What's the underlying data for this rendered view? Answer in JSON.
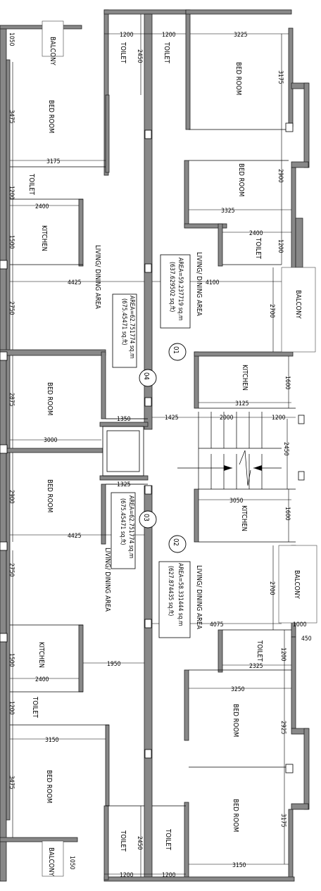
{
  "rooms": {
    "balcony_tl": "BALCONY",
    "toilet_tc1": "TOILET",
    "toilet_tc2": "TOILET",
    "bed_tr1": "BED ROOM",
    "bed_tl": "BED ROOM",
    "bed_tr2": "BED ROOM",
    "toilet_l1": "TOILET",
    "toilet_r1": "TOILET",
    "kitchen_l1": "KITCHEN",
    "living_01": "LIVING/ DINING AREA",
    "living_04": "LIVING/ DINING AREA",
    "balcony_r1": "BALCONY",
    "kitchen_r1": "KITCHEN",
    "bed_l2": "BED ROOM",
    "bed_l3": "BED ROOM",
    "kitchen_r2": "KITCHEN",
    "living_03": "LIVING/ DINING AREA",
    "living_02": "LIVING/ DINING AREA",
    "balcony_r2": "BALCONY",
    "kitchen_l2": "KITCHEN",
    "toilet_r2": "TOILET",
    "toilet_l2": "TOILET",
    "bed_r3": "BED ROOM",
    "bed_l4": "BED ROOM",
    "bed_r4": "BED ROOM",
    "toilet_bc1": "TOILET",
    "toilet_bc2": "TOILET",
    "balcony_bl": "BALCONY"
  },
  "areas": {
    "unit_01": [
      "AREA=59.237719 sq.m",
      "(637.629502 sq.ft)"
    ],
    "unit_04": [
      "AREA=62.751774 sq.m",
      "(675.45471 sq.ft)"
    ],
    "unit_03": [
      "AREA=62.751774 sq.m",
      "(675.45471 sq.ft)"
    ],
    "unit_02": [
      "AREA=58.331444 sq.m",
      "(627.874435 sq.ft)"
    ]
  },
  "unit_numbers": {
    "u01": "01",
    "u04": "04",
    "u03": "03",
    "u02": "02"
  },
  "dimensions": {
    "d1050a": "1050",
    "d1200a": "1200",
    "d1200b": "1200",
    "d2450a": "2450",
    "d3225": "3225",
    "d3175a": "3175",
    "d3475a": "3475",
    "d3175b": "3175",
    "d2900a": "2900",
    "d1200c": "1200",
    "d2400a": "2400",
    "d3325": "3325",
    "d2400b": "2400",
    "d1500a": "1500",
    "d1200d": "1200",
    "d4425a": "4425",
    "d4100": "4100",
    "d2750a": "2750",
    "d2700a": "2700",
    "d1600a": "1600",
    "d3125": "3125",
    "d2875": "2875",
    "d1350": "1350",
    "d1425": "1425",
    "d2000": "2000",
    "d1200e": "1200",
    "d3000": "3000",
    "d2450b": "2450",
    "d1325": "1325",
    "d2900b": "2900",
    "d3050": "3050",
    "d1600b": "1600",
    "d4425b": "4425",
    "d2750b": "2750",
    "d2700b": "2700",
    "d4075": "4075",
    "d1000": "1000",
    "d450": "450",
    "d1500b": "1500",
    "d1950": "1950",
    "d1200f": "1200",
    "d2400c": "2400",
    "d2325": "2325",
    "d1200g": "1200",
    "d3250": "3250",
    "d3150a": "3150",
    "d2925": "2925",
    "d3475b": "3475",
    "d3175c": "3175",
    "d2450c": "2450",
    "d1050b": "1050",
    "d3150b": "3150",
    "d1200h": "1200",
    "d1200i": "1200"
  }
}
